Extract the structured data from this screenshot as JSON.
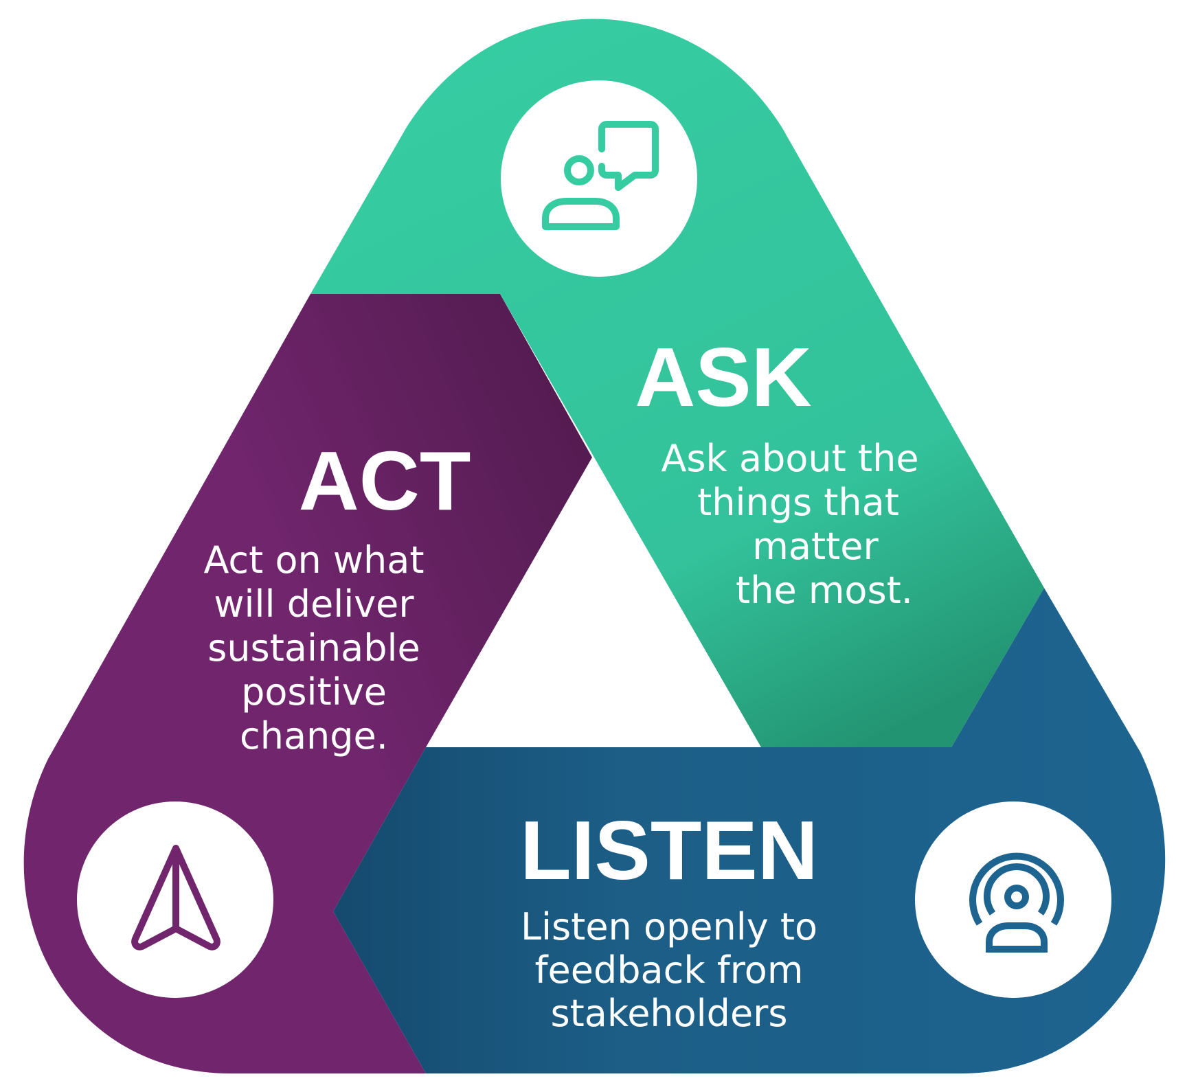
{
  "colors": {
    "ask": "#36cca2",
    "ask_shadow": "#239472",
    "act": "#70256c",
    "act_shadow": "#4f1a4c",
    "listen": "#1d6490",
    "listen_shadow": "#154a6e",
    "circle": "#ffffff",
    "text": "#ffffff",
    "background": "#ffffff"
  },
  "ask": {
    "title": "ASK",
    "lines": [
      "Ask about the",
      "things that",
      "matter",
      "the most."
    ],
    "icon": "person-speech-bubble-icon"
  },
  "act": {
    "title": "ACT",
    "lines": [
      "Act on what",
      "will deliver",
      "sustainable",
      "positive",
      "change."
    ],
    "icon": "navigation-arrow-icon"
  },
  "listen": {
    "title": "LISTEN",
    "lines": [
      "Listen openly to",
      "feedback from",
      "stakeholders"
    ],
    "icon": "person-broadcast-icon"
  }
}
